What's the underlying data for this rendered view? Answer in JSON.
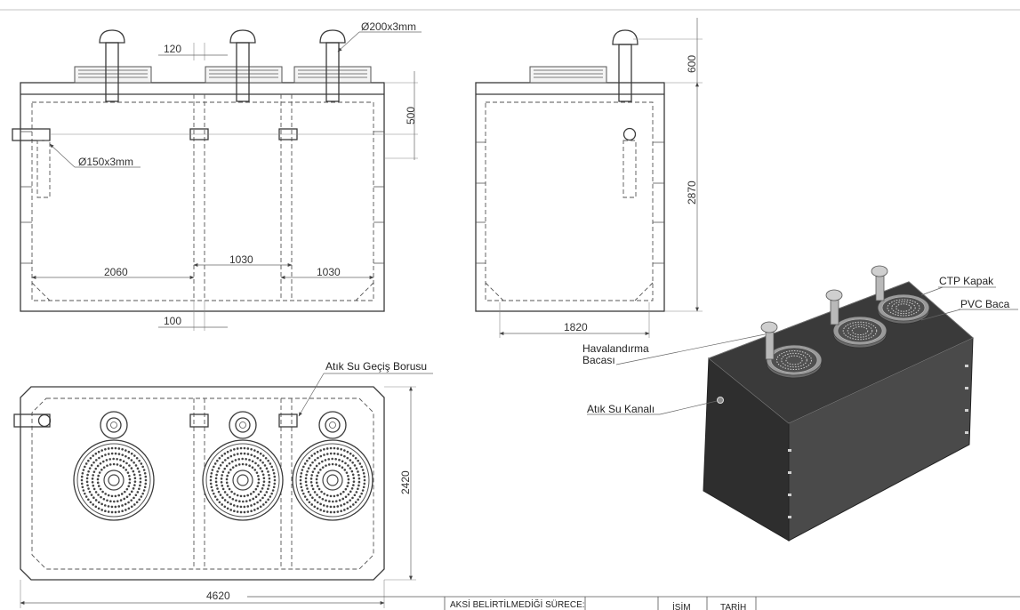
{
  "dimensions": {
    "vent_pipe": "Ø200x3mm",
    "gap_top": "120",
    "drain_pipe": "Ø150x3mm",
    "depth_500": "500",
    "chamber_2060": "2060",
    "chamber_1030_a": "1030",
    "chamber_1030_b": "1030",
    "wall_100": "100",
    "height_600": "600",
    "height_2870": "2870",
    "width_1820": "1820",
    "width_2420": "2420",
    "length_4620": "4620"
  },
  "labels": {
    "transfer_pipe": "Atık Su Geçiş Borusu",
    "ctp_cover": "CTP Kapak",
    "pvc_pipe": "PVC Baca",
    "vent_stack_line1": "Havalandırma",
    "vent_stack_line2": "Bacası",
    "waste_channel": "Atık Su Kanalı"
  },
  "title_block": {
    "note": "AKSİ BELİRTİLMEDİĞİ SÜRECE:",
    "name_col": "İSİM",
    "date_col": "TARİH"
  },
  "colors": {
    "line": "#3a3a3a",
    "tank_top": "#3a3a3a",
    "tank_front": "#2e2e2e",
    "tank_side": "#4a4a4a"
  }
}
